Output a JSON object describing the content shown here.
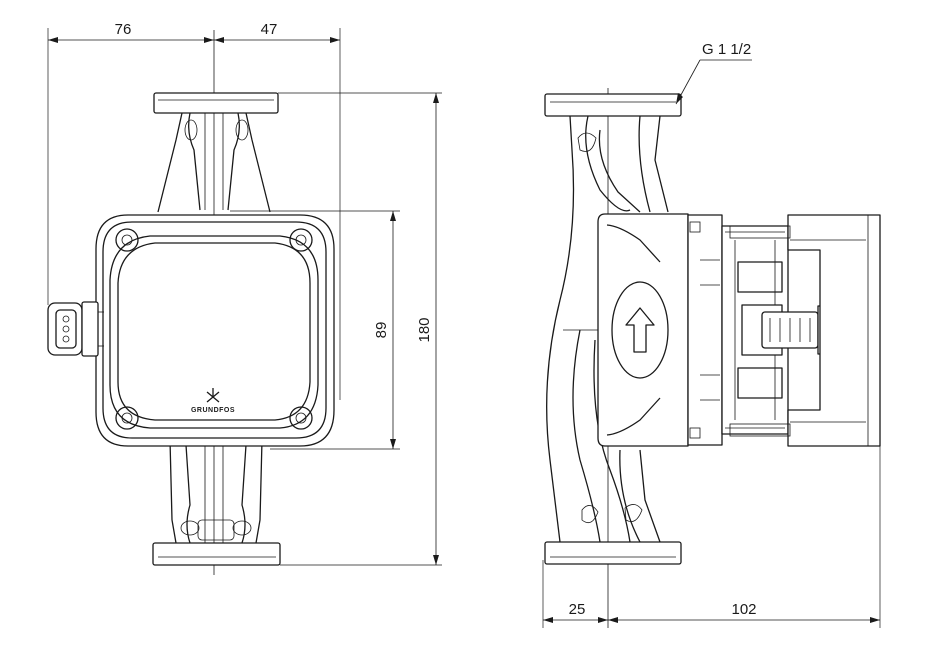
{
  "dimensions": {
    "top_left": "76",
    "top_right": "47",
    "height_inner": "89",
    "height_total": "180",
    "bottom_left": "25",
    "bottom_right": "102",
    "thread": "G 1 1/2"
  },
  "logo_text": "GRUNDFOS"
}
